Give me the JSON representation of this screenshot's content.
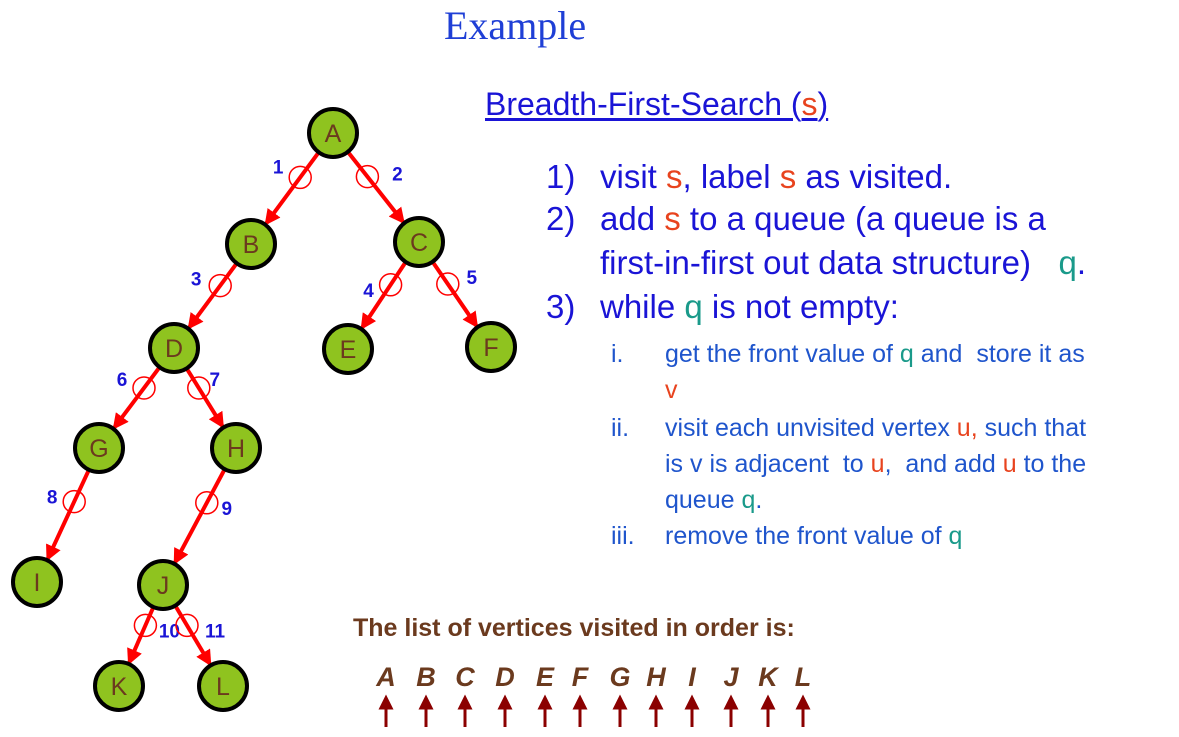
{
  "slide": {
    "title": "Example",
    "heading": {
      "prefix": "Breadth-First-Search (",
      "param": "s",
      "suffix": ")"
    }
  },
  "steps": [
    {
      "num": "1)",
      "parts": [
        [
          "visit ",
          ""
        ],
        [
          "s",
          "red"
        ],
        [
          ", label ",
          ""
        ],
        [
          "s",
          "red"
        ],
        [
          " as visited.",
          ""
        ]
      ]
    },
    {
      "num": "2)",
      "parts": [
        [
          "add ",
          ""
        ],
        [
          "s",
          "red"
        ],
        [
          " to a queue (a queue is a",
          ""
        ]
      ]
    },
    {
      "num": "",
      "parts": [
        [
          "first-in-first out data structure)   ",
          ""
        ],
        [
          "q",
          "teal"
        ],
        [
          ".",
          ""
        ]
      ]
    },
    {
      "num": "3)",
      "parts": [
        [
          "while ",
          ""
        ],
        [
          "q",
          "teal"
        ],
        [
          " is not empty:",
          ""
        ]
      ]
    }
  ],
  "substeps": [
    {
      "num": "i.",
      "parts": [
        [
          "get the front value of ",
          ""
        ],
        [
          "q",
          "teal"
        ],
        [
          " and  store it as",
          ""
        ]
      ]
    },
    {
      "num": "",
      "parts": [
        [
          "v",
          "red"
        ]
      ]
    },
    {
      "num": "ii.",
      "parts": [
        [
          "visit each unvisited vertex ",
          ""
        ],
        [
          "u,",
          "red"
        ],
        [
          " such that",
          ""
        ]
      ]
    },
    {
      "num": "",
      "parts": [
        [
          "is v is adjacent  to ",
          ""
        ],
        [
          "u",
          "red"
        ],
        [
          ",  and add ",
          ""
        ],
        [
          "u",
          "red"
        ],
        [
          " to the",
          ""
        ]
      ]
    },
    {
      "num": "",
      "parts": [
        [
          "queue ",
          ""
        ],
        [
          "q",
          "teal"
        ],
        [
          ".",
          ""
        ]
      ]
    },
    {
      "num": "iii.",
      "parts": [
        [
          "remove the front value of ",
          ""
        ],
        [
          "q",
          "teal"
        ]
      ]
    }
  ],
  "visited": {
    "caption": "The list of vertices visited in order is:",
    "order": [
      "A",
      "B",
      "C",
      "D",
      "E",
      "F",
      "G",
      "H",
      "I",
      "J",
      "K",
      "L"
    ]
  },
  "tree": {
    "nodes": [
      "A",
      "B",
      "C",
      "D",
      "E",
      "F",
      "G",
      "H",
      "I",
      "J",
      "K",
      "L"
    ],
    "edges": [
      {
        "from": "A",
        "to": "B",
        "label": "1"
      },
      {
        "from": "A",
        "to": "C",
        "label": "2"
      },
      {
        "from": "B",
        "to": "D",
        "label": "3"
      },
      {
        "from": "C",
        "to": "E",
        "label": "4"
      },
      {
        "from": "C",
        "to": "F",
        "label": "5"
      },
      {
        "from": "D",
        "to": "G",
        "label": "6"
      },
      {
        "from": "D",
        "to": "H",
        "label": "7"
      },
      {
        "from": "G",
        "to": "I",
        "label": "8"
      },
      {
        "from": "H",
        "to": "J",
        "label": "9"
      },
      {
        "from": "J",
        "to": "K",
        "label": "10"
      },
      {
        "from": "J",
        "to": "L",
        "label": "11"
      }
    ]
  },
  "colors": {
    "node_fill": "#8fc31f",
    "node_text": "#6b3a1e",
    "edge": "#ff0000",
    "edge_label": "#1a14d6",
    "text_blue": "#1a14d6",
    "text_red": "#e8431e",
    "text_teal": "#1a9a8a",
    "caption_brown": "#6b3a1e",
    "arrow": "#8b0000"
  }
}
